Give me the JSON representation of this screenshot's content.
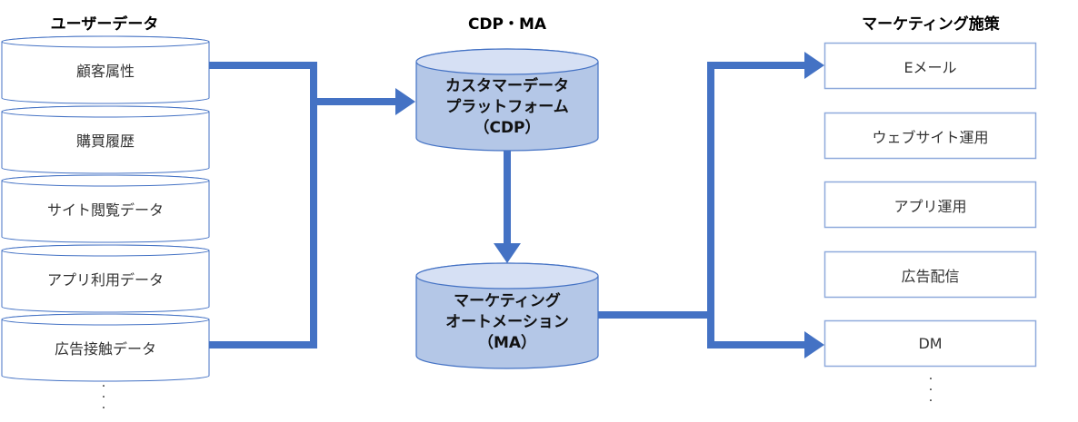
{
  "headings": {
    "user_data": "ユーザーデータ",
    "cdp_ma": "CDP・MA",
    "marketing": "マーケティング施策"
  },
  "user_data_items": [
    "顧客属性",
    "購買履歴",
    "サイト閲覧データ",
    "アプリ利用データ",
    "広告接触データ"
  ],
  "cdp": {
    "line1": "カスタマーデータ",
    "line2": "プラットフォーム",
    "line3": "（CDP）"
  },
  "ma": {
    "line1": "マーケティング",
    "line2": "オートメーション",
    "line3": "（MA）"
  },
  "marketing_items": [
    "Eメール",
    "ウェブサイト運用",
    "アプリ運用",
    "広告配信",
    "DM"
  ],
  "ellipsis": "・\n・\n・",
  "colors": {
    "arrow": "#4472c4",
    "outline": "#4472c4",
    "cyl_fill": "#b4c7e7",
    "cyl_top": "#d6e0f4"
  }
}
